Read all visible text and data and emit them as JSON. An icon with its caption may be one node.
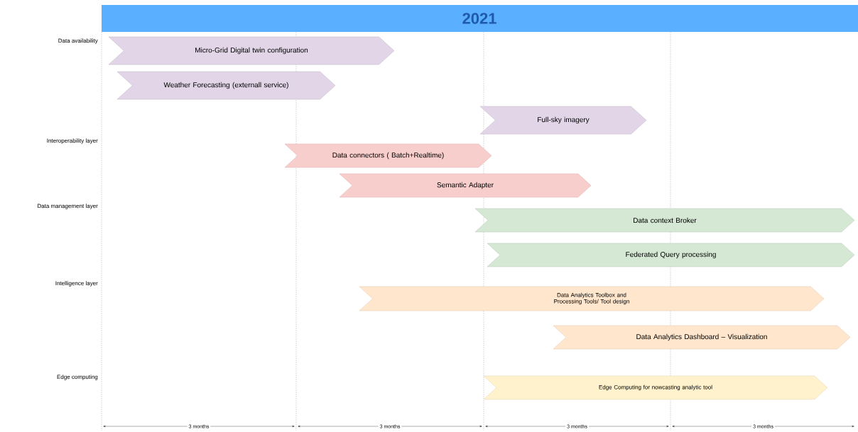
{
  "diagram": {
    "title": "2021",
    "nodes": [
      {
        "text": [
          "Micro-Grid Digital twin configuration"
        ]
      },
      {
        "text": [
          "Weather Forecasting (externall service)"
        ]
      },
      {
        "text": [
          "Full-sky imagery"
        ]
      },
      {
        "text": [
          "Data connectors ( Batch+Realtime)"
        ]
      },
      {
        "text": [
          "Semantic Adapter"
        ]
      },
      {
        "text": [
          "Data context Broker"
        ]
      },
      {
        "text": [
          "Federated Query processing"
        ]
      },
      {
        "text": [
          "Data Analytics Toolbox and Processing Tools/ Tool design"
        ]
      },
      {
        "text": [
          "Data Analytics Dashboard – Visualization"
        ]
      },
      {
        "text": [
          "Edge Computing for nowcasting analytic tool"
        ]
      }
    ],
    "labels": [
      "Data availability",
      "Interoperability layer",
      "Data management layer",
      "Intelligence layer",
      "Edge computing",
      "3 months",
      "3 months",
      "3 months",
      "3 months"
    ]
  }
}
